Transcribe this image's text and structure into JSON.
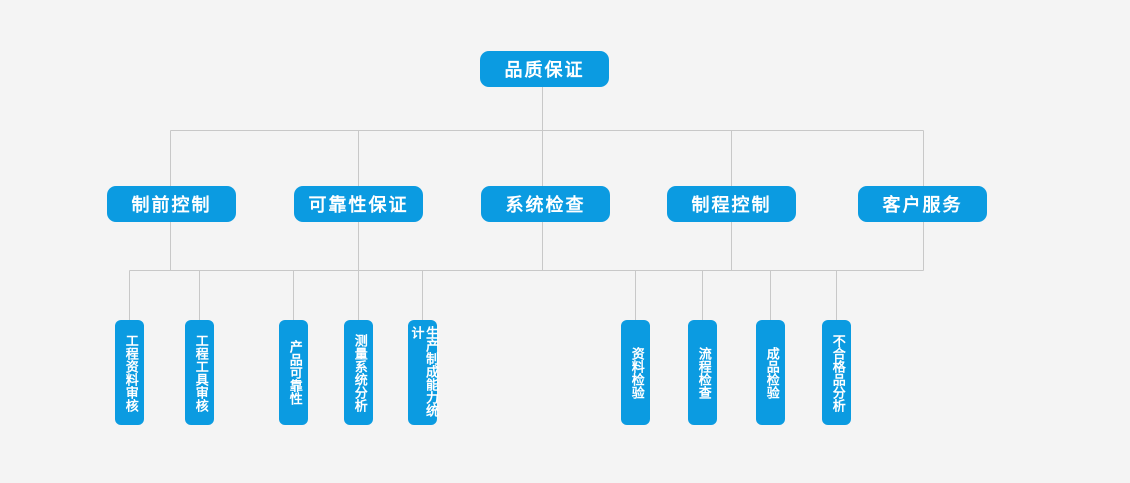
{
  "root": {
    "label": "品质保证"
  },
  "level1": [
    {
      "label": "制前控制"
    },
    {
      "label": "可靠性保证"
    },
    {
      "label": "系统检查"
    },
    {
      "label": "制程控制"
    },
    {
      "label": "客户服务"
    }
  ],
  "level2": [
    {
      "label": "工程资料审核"
    },
    {
      "label": "工程工具审核"
    },
    {
      "label": "产品可靠性"
    },
    {
      "label": "测量系统分析"
    },
    {
      "label": "生产制成能力统计"
    },
    {
      "label": "资料检验"
    },
    {
      "label": "流程检查"
    },
    {
      "label": "成品检验"
    },
    {
      "label": "不合格品分析"
    }
  ],
  "colors": {
    "node": "#0b9be1",
    "line": "#c8c8c8",
    "background": "#f4f4f4"
  }
}
